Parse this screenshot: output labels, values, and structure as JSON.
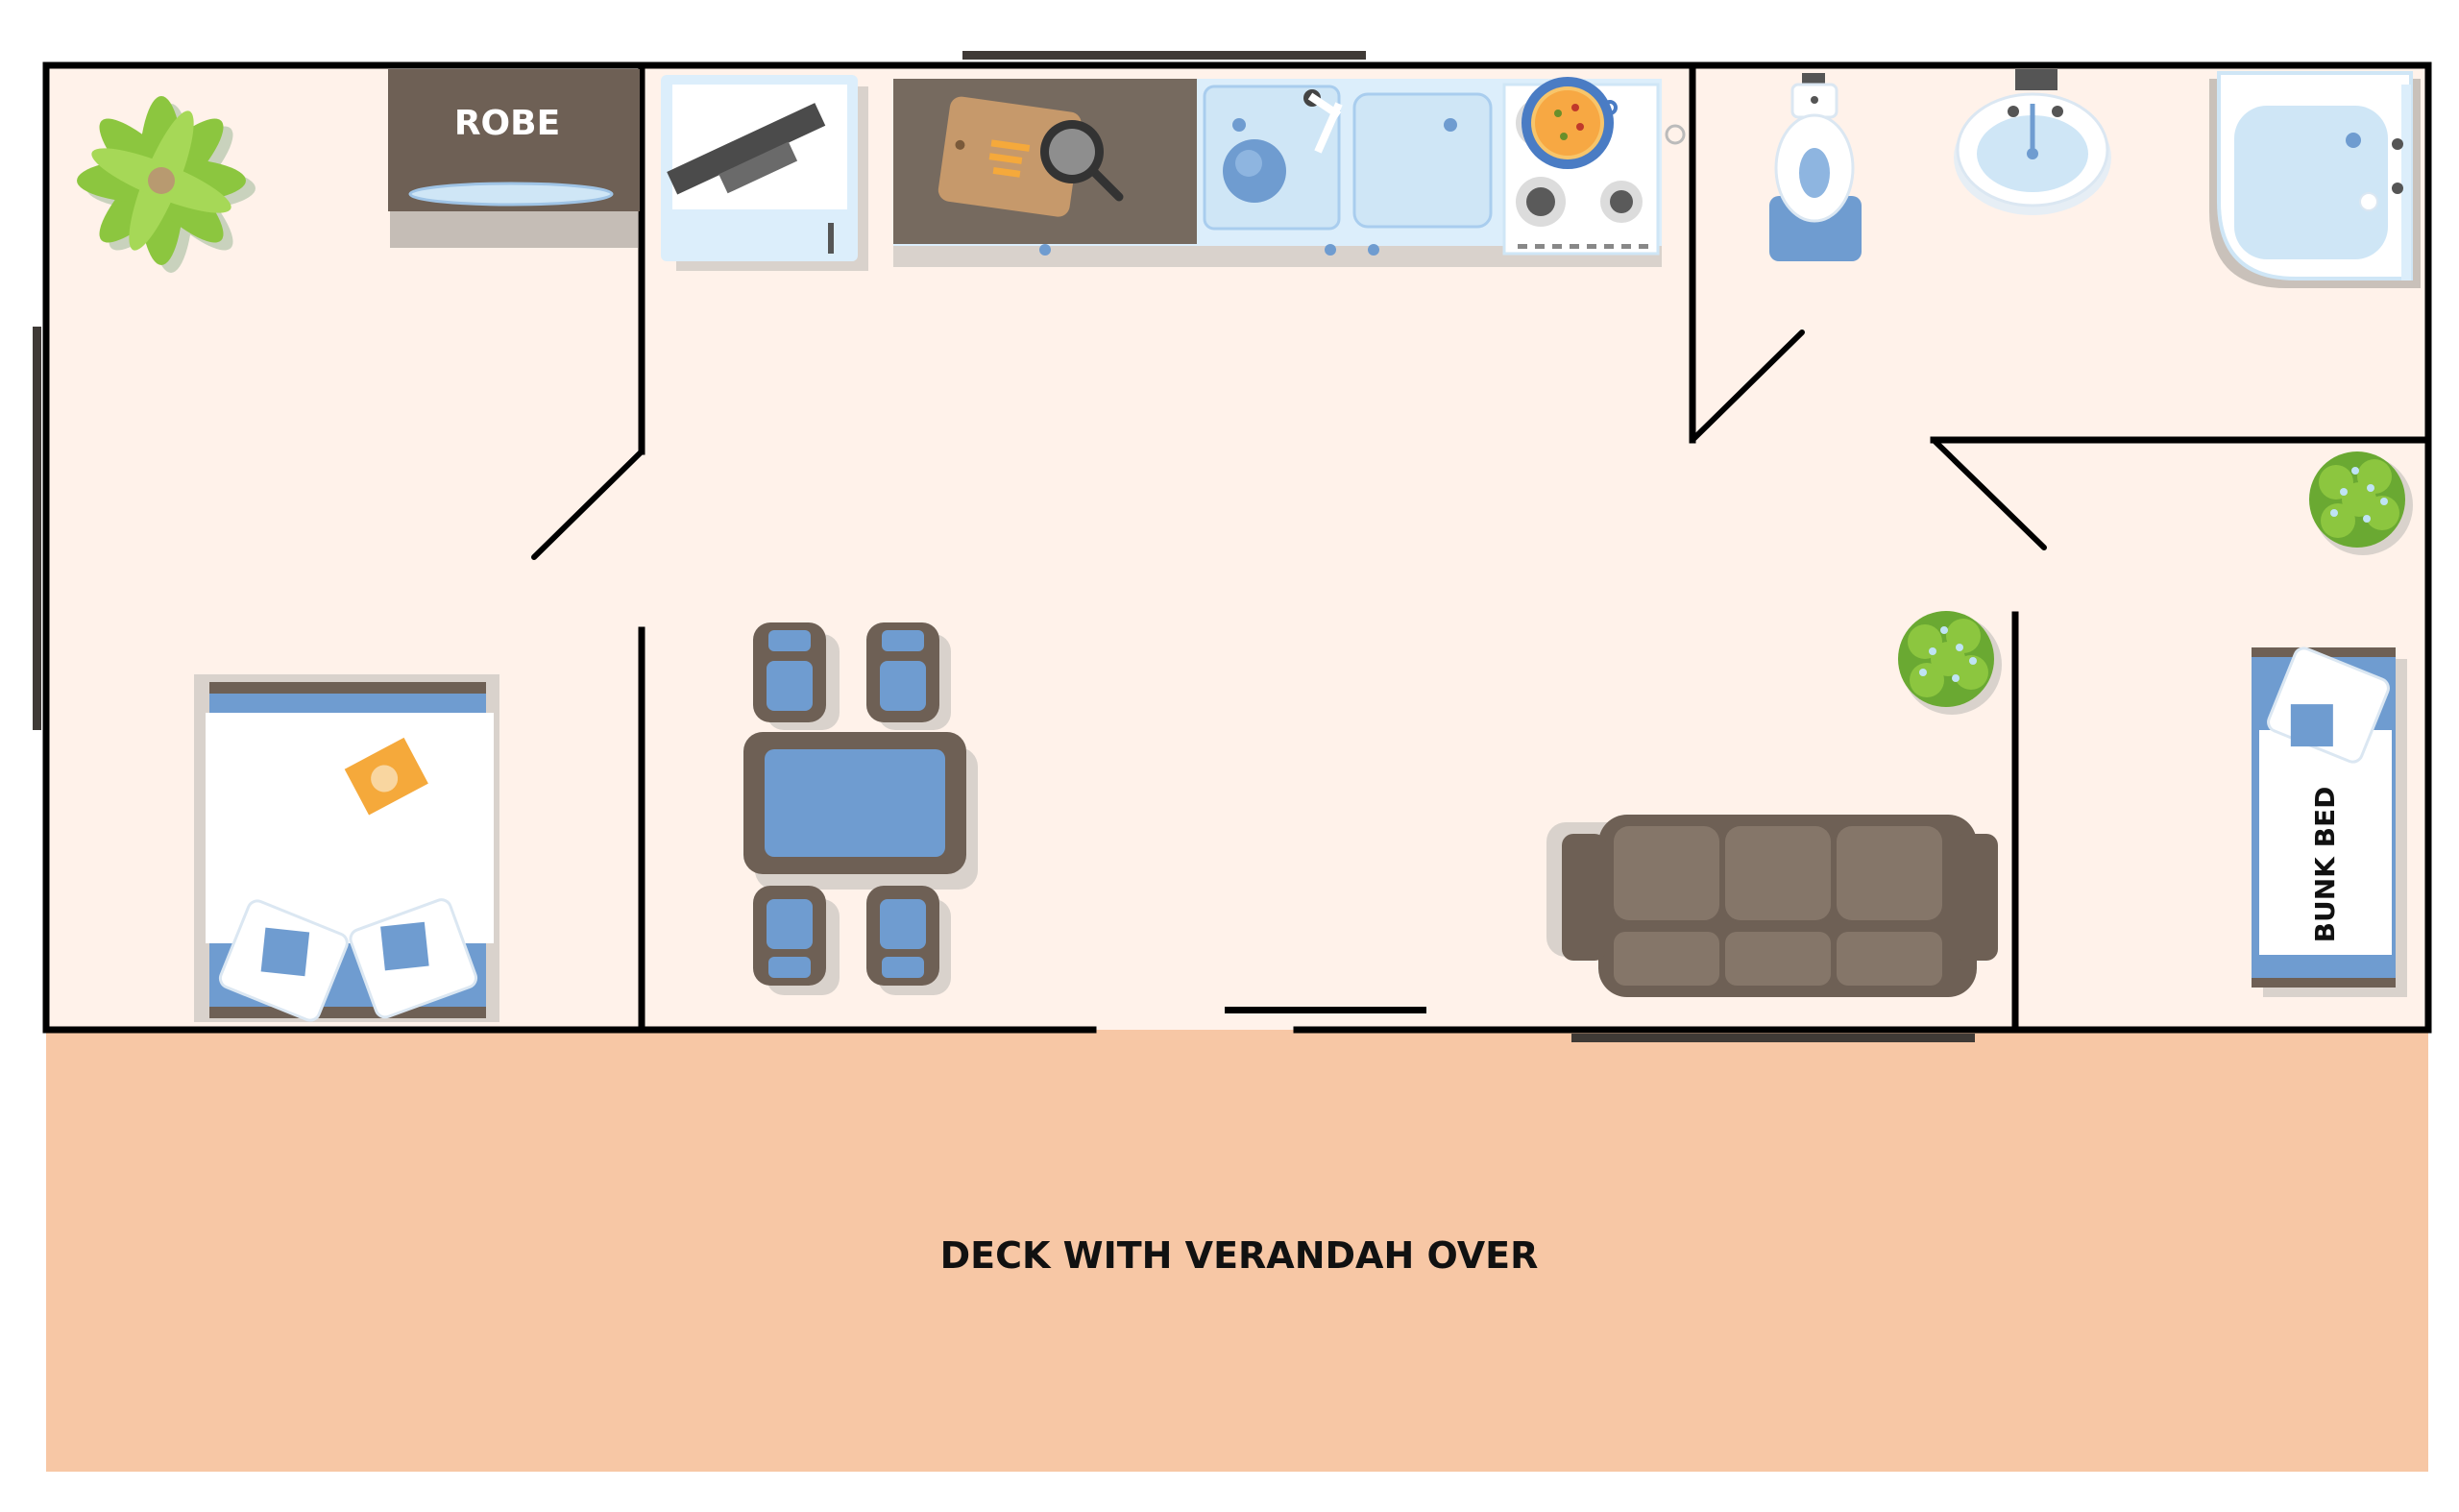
{
  "labels": {
    "robe": "ROBE",
    "bunk_bed": "BUNK BED",
    "deck": "DECK WITH VERANDAH OVER"
  },
  "colors": {
    "floor": "#fff2ea",
    "deck": "#f7c7a5",
    "wall": "#000000",
    "furniture_brown": "#6e6055",
    "fixture_blue": "#6f9cd0",
    "fixture_light": "#dceefb",
    "linen_white": "#ffffff",
    "plant_green": "#7cbf3a",
    "book_orange": "#f5a93b"
  },
  "icons": [
    "palm-plant-icon",
    "robe-cabinet-icon",
    "tv-unit-icon",
    "cutting-board-icon",
    "frying-pan-icon",
    "washing-machine-icon",
    "double-sink-icon",
    "cooktop-icon",
    "pizza-pan-icon",
    "toilet-icon",
    "wash-basin-icon",
    "shower-icon",
    "double-bed-icon",
    "dining-table-icon",
    "dining-chair-icon",
    "sofa-icon",
    "shrub-plant-icon",
    "bunk-bed-icon",
    "door-swing-icon"
  ]
}
